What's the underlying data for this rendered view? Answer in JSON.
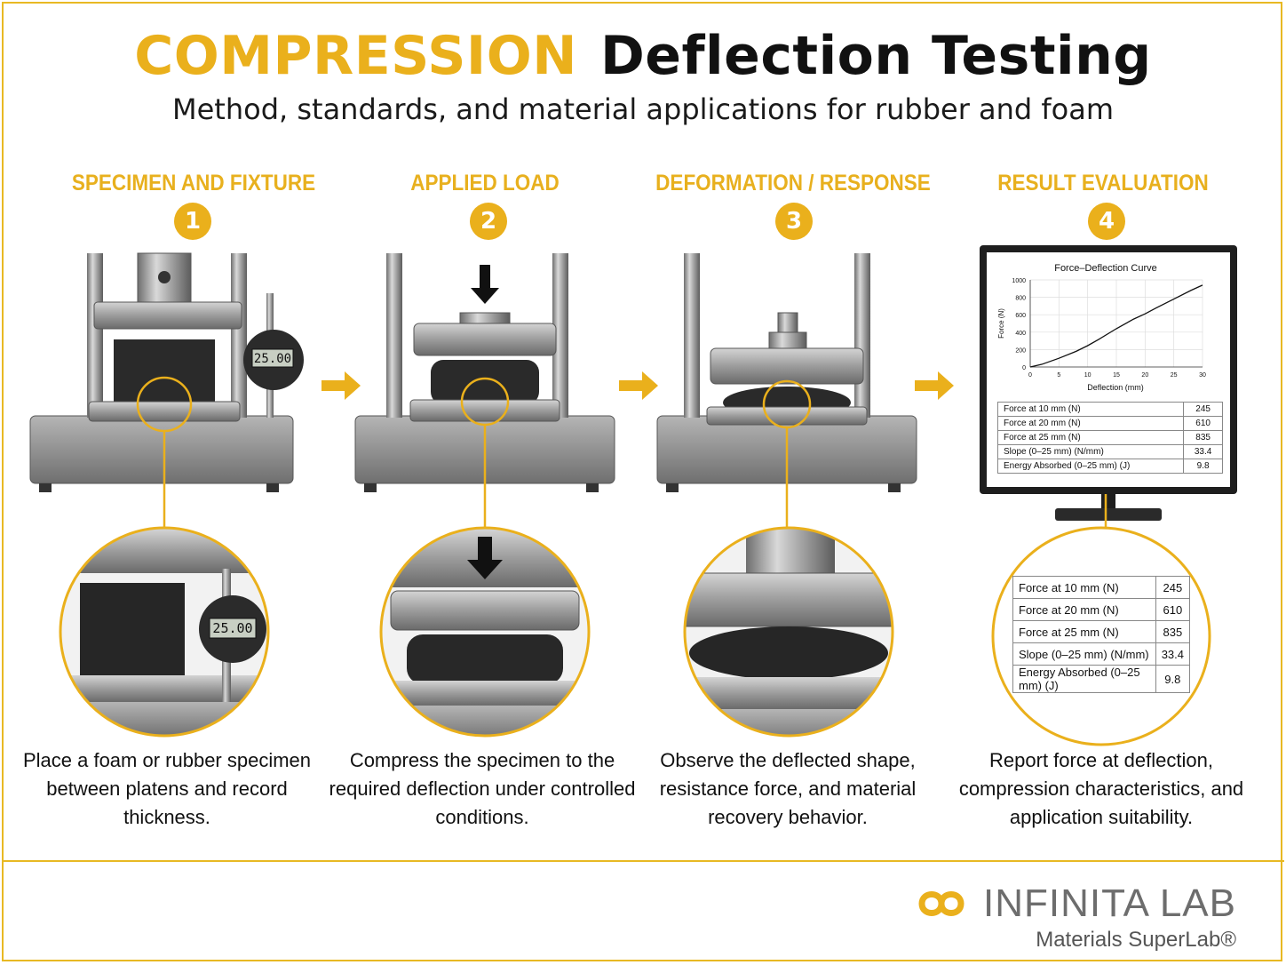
{
  "title": {
    "highlight": "COMPRESSION",
    "rest": "Deflection Testing"
  },
  "subtitle": "Method, standards, and material applications for rubber and foam",
  "steps": [
    {
      "number": "1",
      "title": "SPECIMEN AND FIXTURE",
      "caption": "Place a foam or rubber specimen between platens and record thickness."
    },
    {
      "number": "2",
      "title": "APPLIED LOAD",
      "caption": "Compress the specimen to the required deflection under controlled conditions."
    },
    {
      "number": "3",
      "title": "DEFORMATION / RESPONSE",
      "caption": "Observe the deflected shape, resistance force, and material recovery behavior."
    },
    {
      "number": "4",
      "title": "RESULT EVALUATION",
      "caption": "Report force at deflection, compression characteristics, and application suitability."
    }
  ],
  "gauge_reading": "25.00",
  "chart_data": {
    "type": "line",
    "title": "Force–Deflection Curve",
    "xlabel": "Deflection (mm)",
    "ylabel": "Force (N)",
    "xlim": [
      0,
      30
    ],
    "ylim": [
      0,
      1000
    ],
    "xticks": [
      0,
      5,
      10,
      15,
      20,
      25,
      30
    ],
    "yticks": [
      0,
      200,
      400,
      600,
      800,
      1000
    ],
    "grid": true,
    "series": [
      {
        "x": [
          0,
          2,
          5,
          8,
          10,
          12,
          15,
          18,
          20,
          22,
          25,
          28,
          30
        ],
        "values": [
          0,
          30,
          100,
          180,
          245,
          320,
          440,
          550,
          610,
          680,
          780,
          880,
          940
        ]
      }
    ]
  },
  "results_table": [
    {
      "label": "Force at 10 mm (N)",
      "value": "245"
    },
    {
      "label": "Force at 20 mm (N)",
      "value": "610"
    },
    {
      "label": "Force at 25 mm (N)",
      "value": "835"
    },
    {
      "label": "Slope (0–25 mm) (N/mm)",
      "value": "33.4"
    },
    {
      "label": "Energy Absorbed (0–25 mm) (J)",
      "value": "9.8"
    }
  ],
  "logo": {
    "brand": "INFINITA LAB",
    "tagline": "Materials SuperLab®"
  },
  "colors": {
    "accent": "#eab01c",
    "steel": "#9a9a9a",
    "foam": "#2a2a2a"
  }
}
